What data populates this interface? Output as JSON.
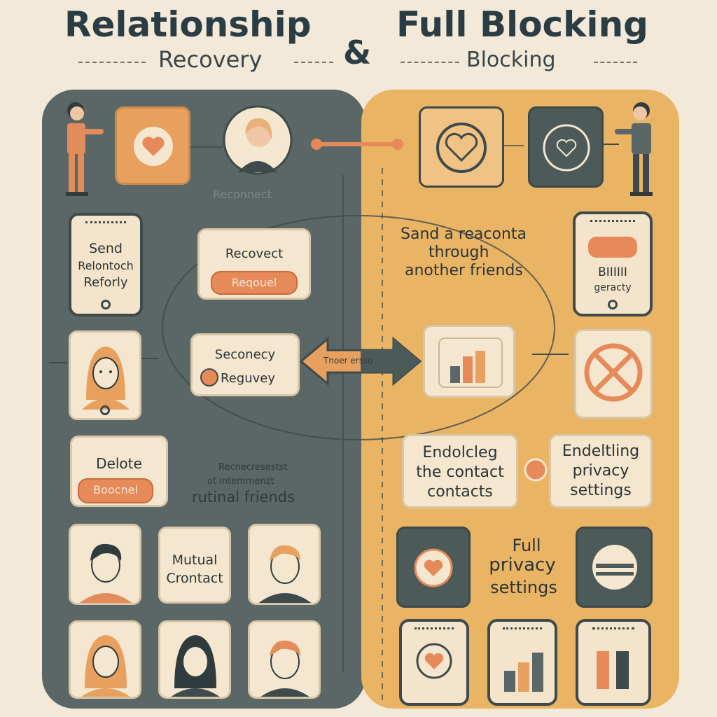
{
  "header": {
    "left_title": "Relationship",
    "left_subtitle": "Recovery",
    "ampersand": "&",
    "right_title": "Full Blocking",
    "right_subtitle": "Blocking"
  },
  "left_panel": {
    "reconnect_label": "Reconnect",
    "phone_send_text": [
      "Send",
      "Relontoch",
      "Reforly"
    ],
    "request_card": {
      "title": "Recovect",
      "button": "Reqouel"
    },
    "secondary_card": {
      "title": "Seconecy",
      "subtitle": "Reguvey"
    },
    "delete_card": {
      "title": "Delote",
      "button": "Boocnel"
    },
    "mutual_friends_caption": [
      "Recnecresestst",
      "ot intemmenzt",
      "rutinal friends"
    ],
    "mutual_contact_card": [
      "Mutual",
      "Crontact"
    ]
  },
  "center_arrow_label": "Tnoer   ersso",
  "right_panel": {
    "send_request_text": [
      "Sand a reaconta",
      "through",
      "another friends"
    ],
    "phone_text": [
      "BIIIIII",
      "geracty"
    ],
    "blocking_card": [
      "Endolcleg",
      "the contact",
      "contacts"
    ],
    "privacy_card": [
      "Endeltling",
      "privacy",
      "settings"
    ],
    "full_privacy_text": [
      "Full",
      "privacy",
      "settings"
    ]
  },
  "colors": {
    "left_panel": "#5b6766",
    "right_panel": "#e9b565",
    "accent_orange": "#e58a58",
    "dark_teal": "#3e4a4b"
  }
}
